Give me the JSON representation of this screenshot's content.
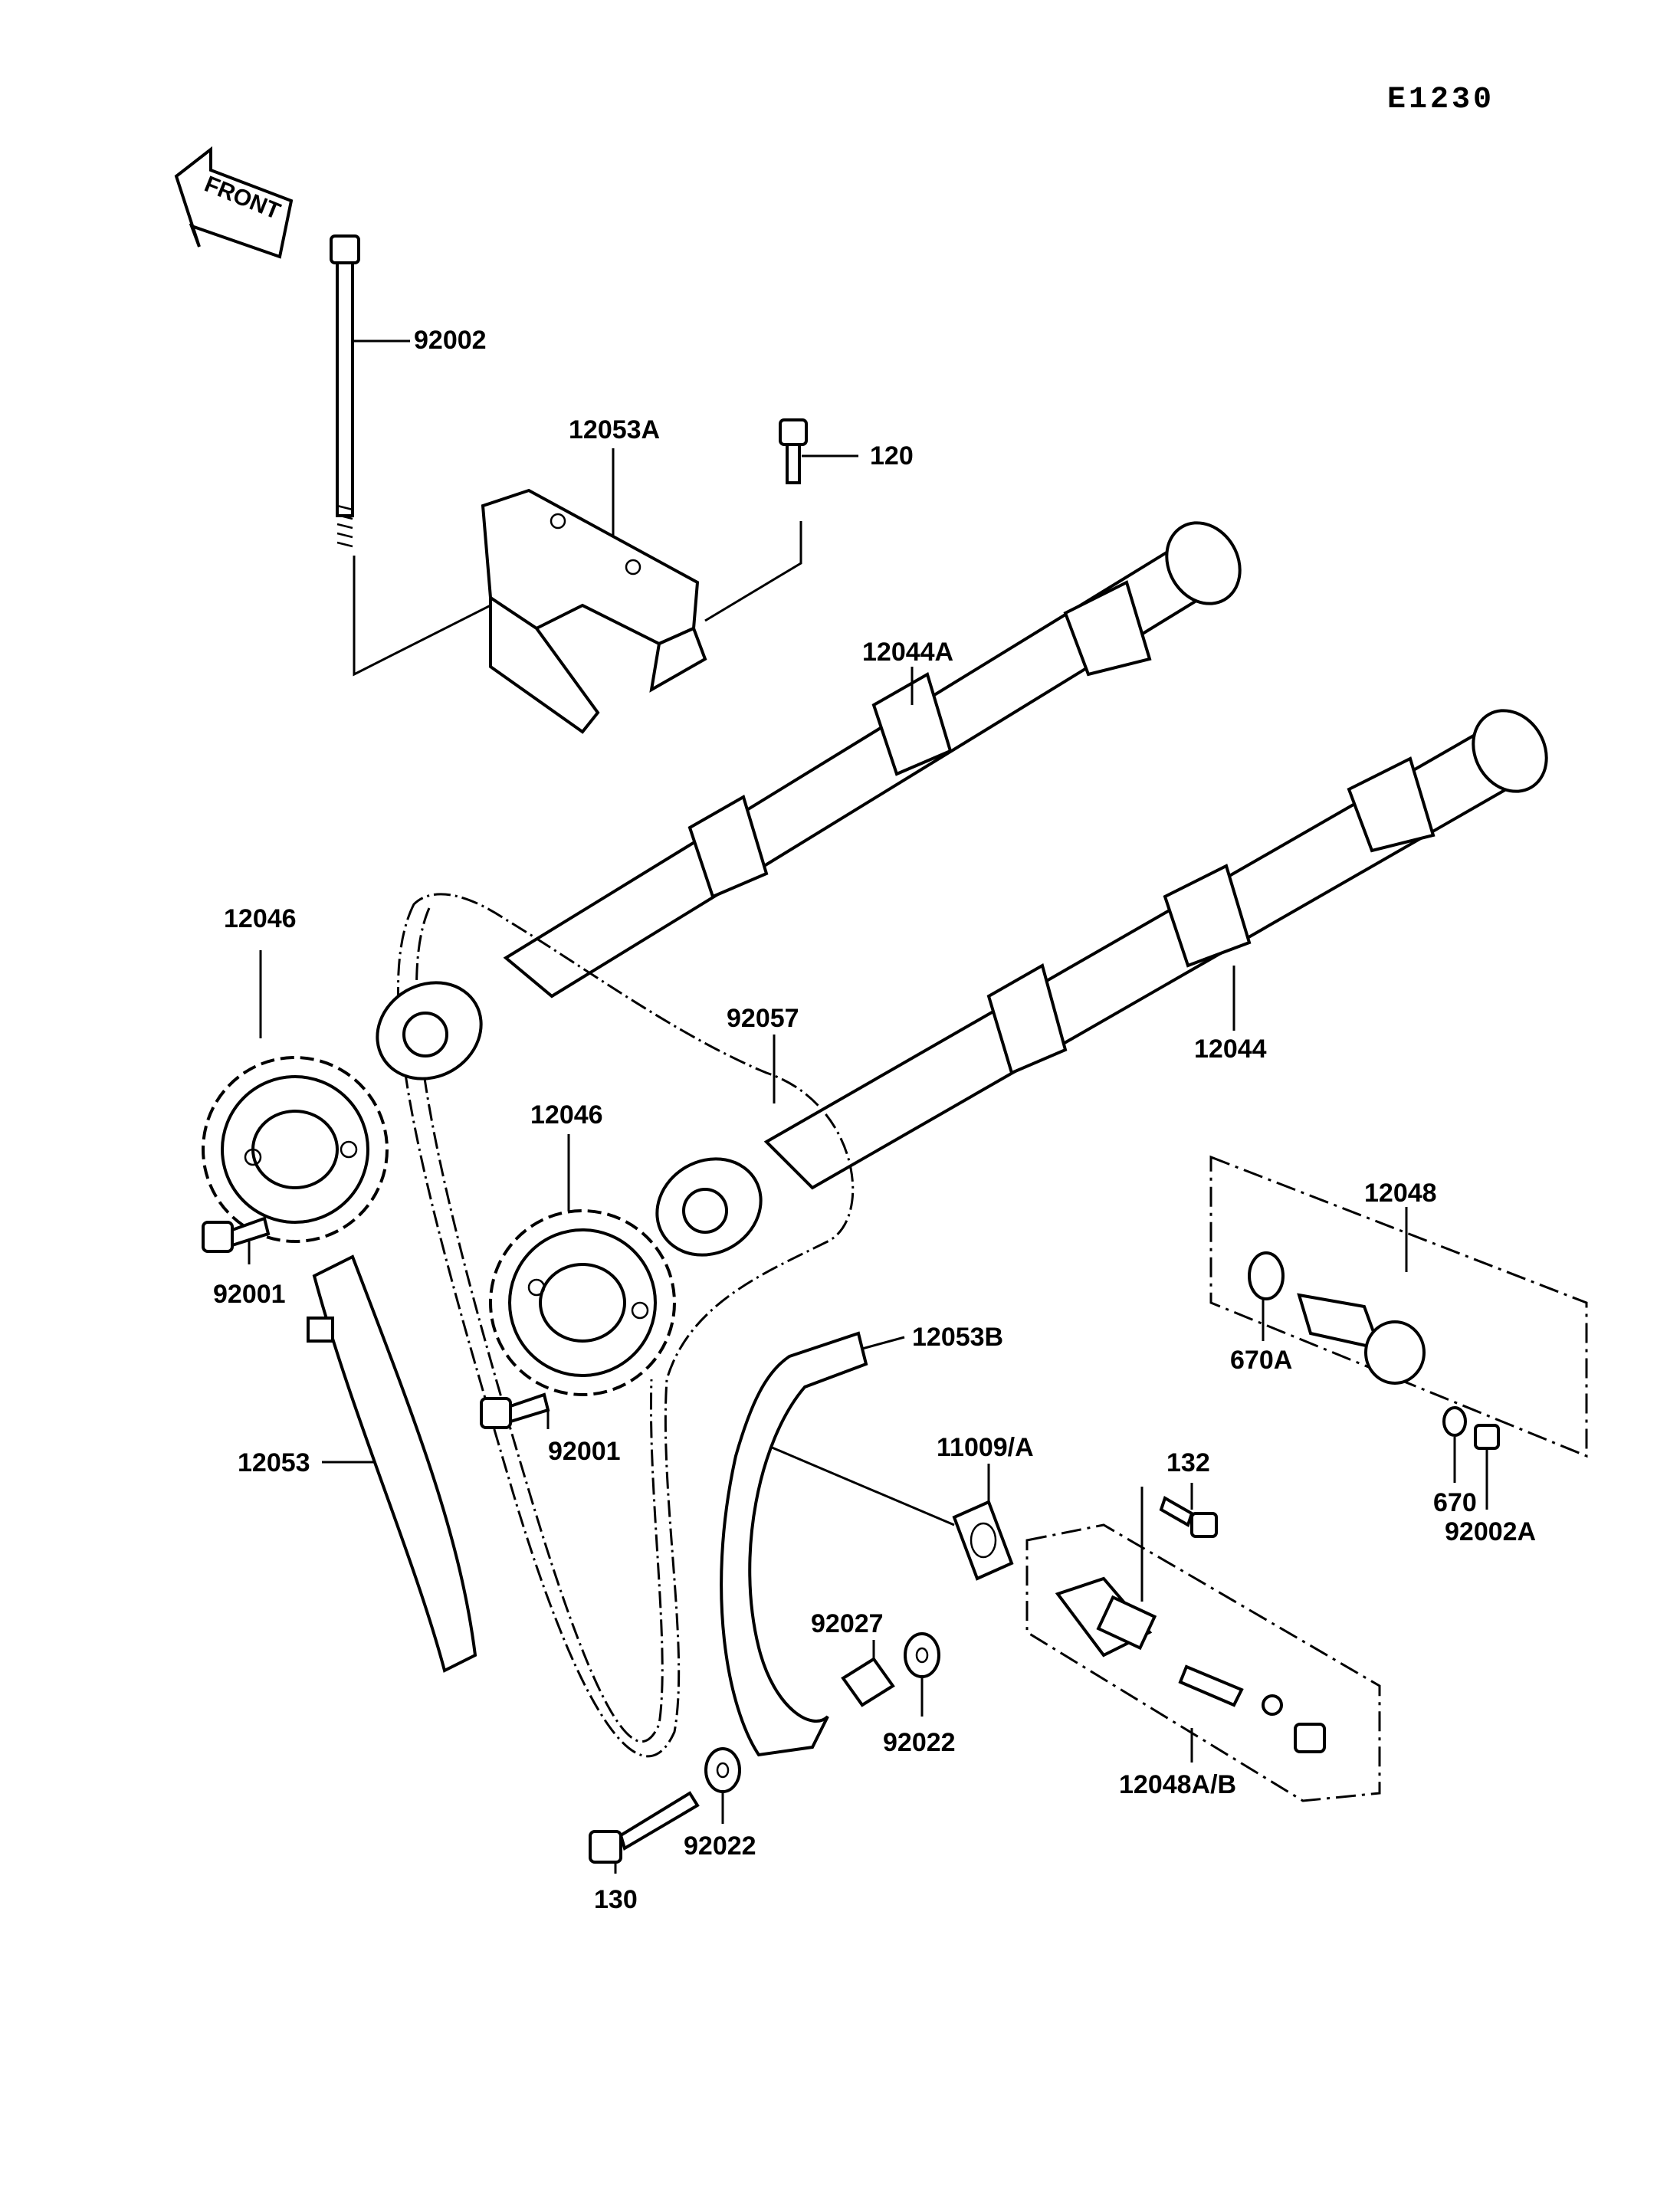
{
  "diagram_code": "E1230",
  "front_indicator": {
    "text": "FRONT",
    "icon": "front-arrow-icon"
  },
  "callouts": [
    {
      "id": "c-92002",
      "text": "92002"
    },
    {
      "id": "c-12053A",
      "text": "12053A"
    },
    {
      "id": "c-120",
      "text": "120"
    },
    {
      "id": "c-12044A",
      "text": "12044A"
    },
    {
      "id": "c-12046-a",
      "text": "12046"
    },
    {
      "id": "c-92057",
      "text": "92057"
    },
    {
      "id": "c-12044",
      "text": "12044"
    },
    {
      "id": "c-12046-b",
      "text": "12046"
    },
    {
      "id": "c-12048",
      "text": "12048"
    },
    {
      "id": "c-92001-a",
      "text": "92001"
    },
    {
      "id": "c-670A",
      "text": "670A"
    },
    {
      "id": "c-12053B",
      "text": "12053B"
    },
    {
      "id": "c-92001-b",
      "text": "92001"
    },
    {
      "id": "c-670",
      "text": "670"
    },
    {
      "id": "c-92002A",
      "text": "92002A"
    },
    {
      "id": "c-12053",
      "text": "12053"
    },
    {
      "id": "c-11009A",
      "text": "11009/A"
    },
    {
      "id": "c-132",
      "text": "132"
    },
    {
      "id": "c-92027",
      "text": "92027"
    },
    {
      "id": "c-92022-a",
      "text": "92022"
    },
    {
      "id": "c-12048AB",
      "text": "12048A/B"
    },
    {
      "id": "c-92022-b",
      "text": "92022"
    },
    {
      "id": "c-130",
      "text": "130"
    }
  ]
}
